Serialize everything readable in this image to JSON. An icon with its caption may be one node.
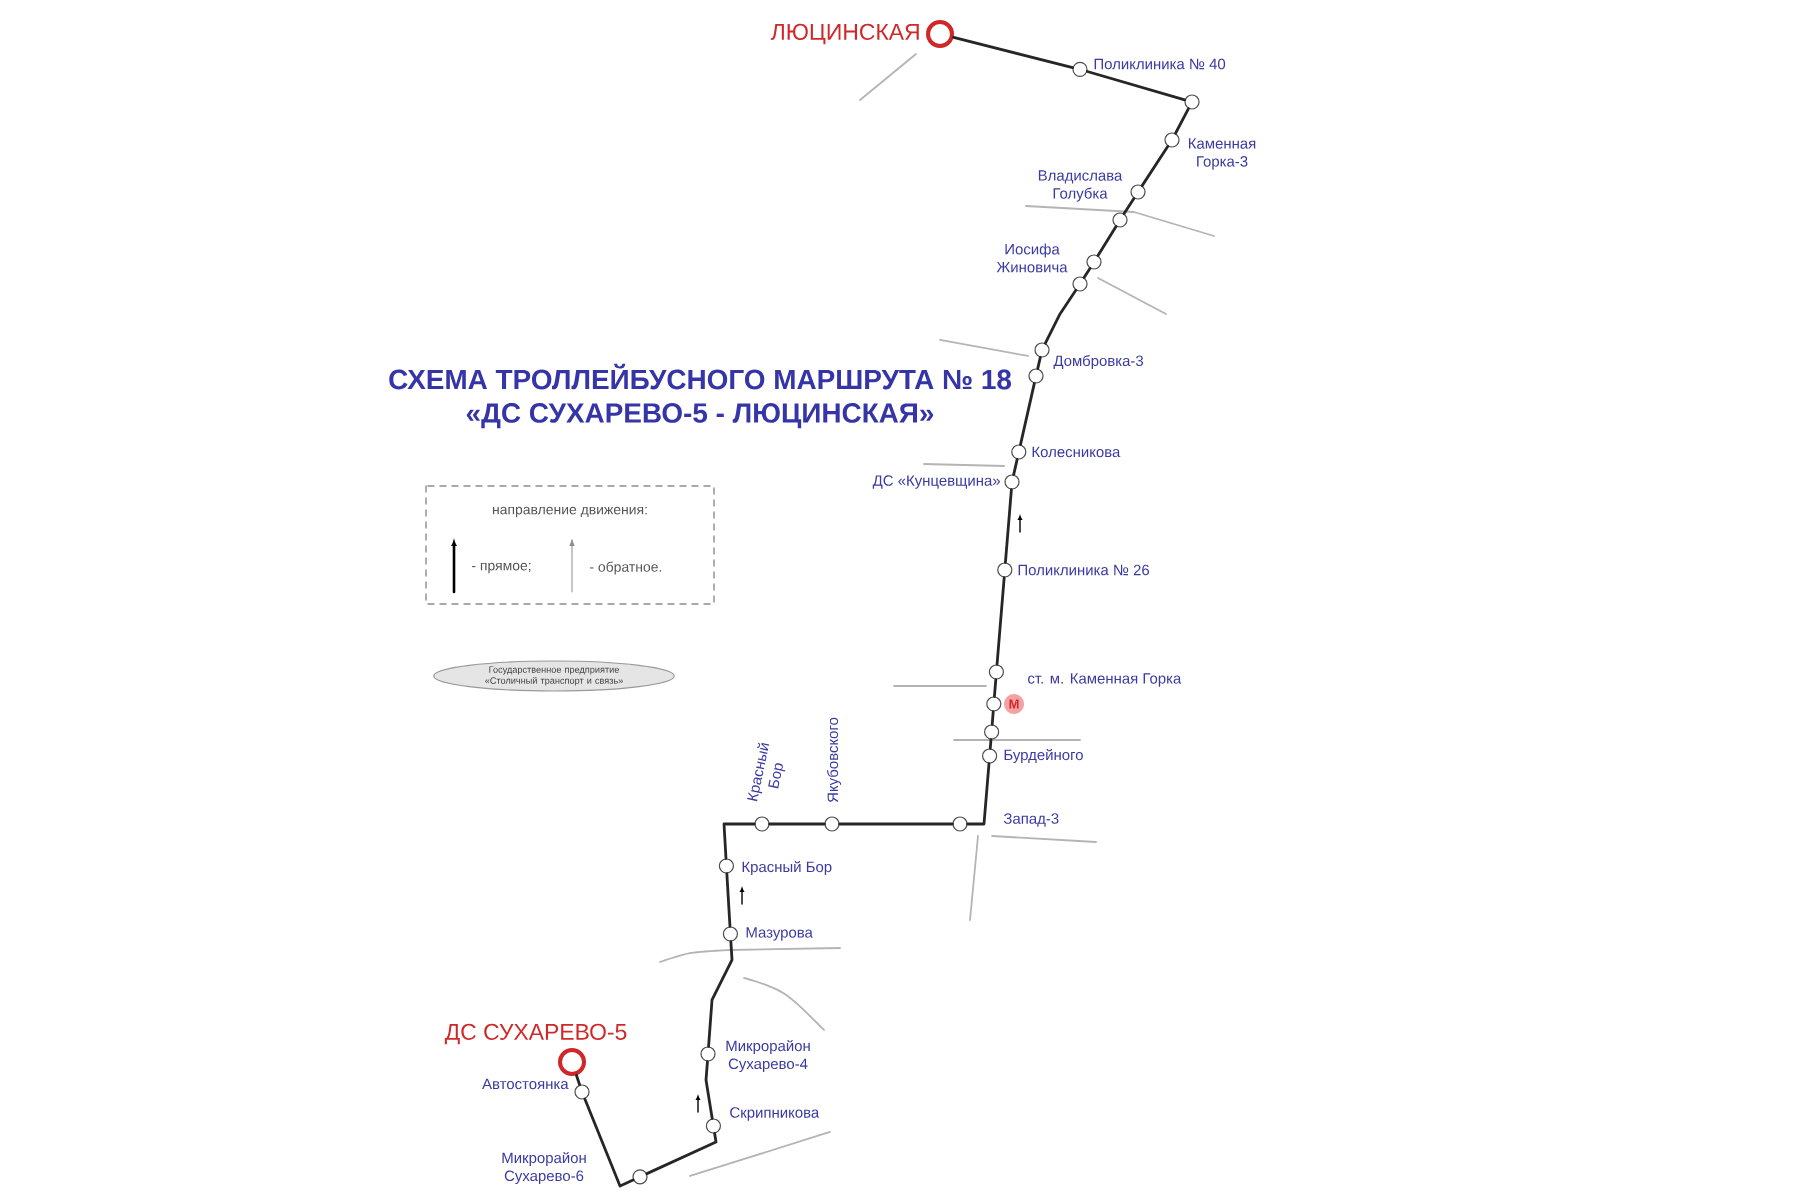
{
  "diagram": {
    "title": "СХЕМА ТРОЛЛЕЙБУСНОГО МАРШРУТА № 18 «ДС СУХАРЕВО-5 - ЛЮЦИНСКАЯ»",
    "nodes": [
      {
        "text": [],
        "shape": "circle",
        "beside": [
          "ЛЮЦИНСКАЯ"
        ]
      },
      {
        "text": [],
        "shape": "circle",
        "beside": [
          "Поликлиника № 40"
        ]
      },
      {
        "text": [],
        "shape": "circle"
      },
      {
        "text": [],
        "shape": "circle",
        "beside": [
          "Каменная Горка-3"
        ]
      },
      {
        "text": [],
        "shape": "circle",
        "beside": [
          "Владислава Голубка"
        ]
      },
      {
        "text": [],
        "shape": "circle"
      },
      {
        "text": [],
        "shape": "circle"
      },
      {
        "text": [],
        "shape": "circle",
        "beside": [
          "Иосифа Жиновича"
        ]
      },
      {
        "text": [],
        "shape": "circle",
        "beside": [
          "Домбровка-3"
        ]
      },
      {
        "text": [],
        "shape": "circle"
      },
      {
        "text": [],
        "shape": "circle",
        "beside": [
          "Колесникова"
        ]
      },
      {
        "text": [],
        "shape": "circle",
        "beside": [
          "ДС «Кунцевщина»"
        ]
      },
      {
        "text": [],
        "shape": "circle",
        "beside": [
          "Поликлиника № 26"
        ]
      },
      {
        "text": [],
        "shape": "circle",
        "beside": [
          "ст. м. Каменная Горка"
        ]
      },
      {
        "text": [],
        "shape": "circle"
      },
      {
        "text": [],
        "shape": "circle"
      },
      {
        "text": [],
        "shape": "circle",
        "beside": [
          "Бурдейного"
        ]
      },
      {
        "text": [],
        "shape": "circle",
        "beside": [
          "Запад-3"
        ]
      },
      {
        "text": [],
        "shape": "circle",
        "beside": [
          "Якубовского"
        ]
      },
      {
        "text": [],
        "shape": "circle",
        "beside": [
          "Красный Бор"
        ]
      },
      {
        "text": [],
        "shape": "circle",
        "beside": [
          "Красный Бор"
        ]
      },
      {
        "text": [],
        "shape": "circle",
        "beside": [
          "Мазурова"
        ]
      },
      {
        "text": [],
        "shape": "circle",
        "beside": [
          "Микрорайон Сухарево-4"
        ]
      },
      {
        "text": [],
        "shape": "circle",
        "beside": [
          "Скрипникова"
        ]
      },
      {
        "text": [],
        "shape": "circle",
        "beside": [
          "Микрорайон Сухарево-6"
        ]
      },
      {
        "text": [],
        "shape": "circle",
        "beside": [
          "Автостоянка"
        ]
      },
      {
        "text": [],
        "shape": "circle",
        "beside": [
          "ДС СУХАРЕВО-5"
        ]
      },
      {
        "text": [
          "Государственное предприятие «Столичный транспорт и связь»"
        ]
      }
    ],
    "edges": [
      {
        "from": 0,
        "to": 1,
        "arrow": "none"
      },
      {
        "from": 1,
        "to": 2,
        "arrow": "none"
      },
      {
        "from": 2,
        "to": 3,
        "arrow": "none"
      },
      {
        "from": 3,
        "to": 4,
        "arrow": "none"
      },
      {
        "from": 4,
        "to": 5,
        "arrow": "none"
      },
      {
        "from": 5,
        "to": 6,
        "arrow": "none"
      },
      {
        "from": 6,
        "to": 7,
        "arrow": "none"
      },
      {
        "from": 7,
        "to": 8,
        "arrow": "none"
      },
      {
        "from": 8,
        "to": 9,
        "arrow": "none"
      },
      {
        "from": 9,
        "to": 10,
        "arrow": "none"
      },
      {
        "from": 10,
        "to": 11,
        "arrow": "none"
      },
      {
        "from": 11,
        "to": 12,
        "arrow": "none"
      },
      {
        "from": 12,
        "to": 13,
        "arrow": "none"
      },
      {
        "from": 13,
        "to": 14,
        "arrow": "none"
      },
      {
        "from": 14,
        "to": 15,
        "arrow": "none"
      },
      {
        "from": 15,
        "to": 16,
        "arrow": "none"
      },
      {
        "from": 16,
        "to": 17,
        "arrow": "none"
      },
      {
        "from": 17,
        "to": 18,
        "arrow": "none"
      },
      {
        "from": 18,
        "to": 19,
        "arrow": "none"
      },
      {
        "from": 19,
        "to": 20,
        "arrow": "none"
      },
      {
        "from": 20,
        "to": 21,
        "arrow": "none"
      },
      {
        "from": 21,
        "to": 22,
        "arrow": "none"
      },
      {
        "from": 22,
        "to": 23,
        "arrow": "none"
      },
      {
        "from": 23,
        "to": 24,
        "arrow": "none"
      },
      {
        "from": 24,
        "to": 25,
        "arrow": "none"
      },
      {
        "from": 25,
        "to": 26,
        "arrow": "none"
      }
    ],
    "labels": [
      "направление движения:",
      "М"
    ],
    "legend": [
      {
        "text": "- прямое;"
      },
      {
        "text": "- обратное."
      }
    ]
  }
}
